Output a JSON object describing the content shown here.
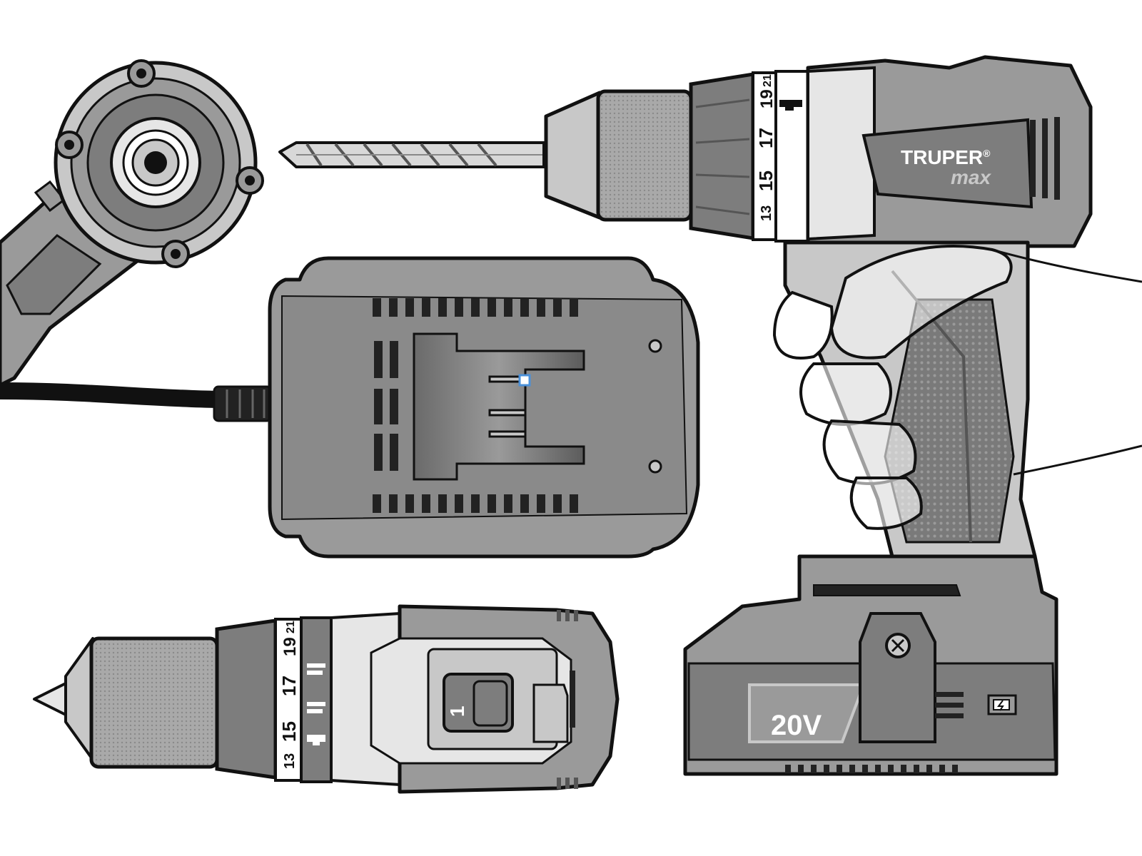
{
  "brand": {
    "name": "TRUPER",
    "registered_mark": "®",
    "sub_brand": "max"
  },
  "battery": {
    "voltage_label": "20V"
  },
  "torque_collar_side": {
    "markings": [
      "13",
      "15",
      "17",
      "19",
      "21"
    ]
  },
  "torque_collar_top": {
    "markings": [
      "13",
      "15",
      "17",
      "19",
      "21"
    ]
  },
  "speed_selector": {
    "label": "1"
  },
  "colors": {
    "outline": "#111111",
    "body_dark": "#7d7d7d",
    "body_mid": "#9a9a9a",
    "body_light": "#c8c8c8",
    "highlight": "#e6e6e6",
    "accent_handle": "#4a90d9"
  },
  "icons": [
    "drill-bit-icon",
    "battery-charge-icon",
    "screw-icon",
    "hammer-icon",
    "forward-reverse-icon"
  ]
}
